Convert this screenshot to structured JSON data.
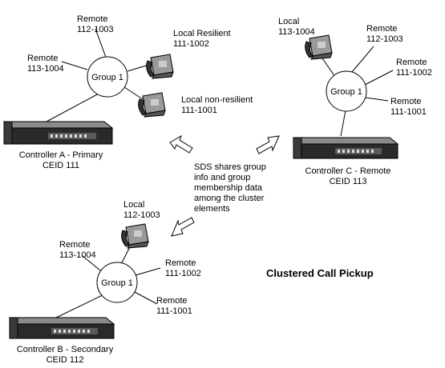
{
  "title": "Clustered Call Pickup",
  "note": [
    "SDS shares group",
    "info and group",
    "membership data",
    "among the cluster",
    "elements"
  ],
  "clusters": {
    "a": {
      "group_label": "Group 1",
      "controller": [
        "Controller A - Primary",
        "CEID 111"
      ],
      "members": {
        "remote_top": [
          "Remote",
          "112-1003"
        ],
        "remote_left": [
          "Remote",
          "113-1004"
        ],
        "local_resilient": [
          "Local Resilient",
          "111-1002"
        ],
        "local_nonresilient": [
          "Local non-resilient",
          "111-1001"
        ]
      }
    },
    "b": {
      "group_label": "Group 1",
      "controller": [
        "Controller B - Secondary",
        "CEID 112"
      ],
      "members": {
        "local": [
          "Local",
          "112-1003"
        ],
        "remote_left": [
          "Remote",
          "113-1004"
        ],
        "remote_right": [
          "Remote",
          "111-1002"
        ],
        "remote_bottom": [
          "Remote",
          "111-1001"
        ]
      }
    },
    "c": {
      "group_label": "Group 1",
      "controller": [
        "Controller C - Remote",
        "CEID 113"
      ],
      "members": {
        "local": [
          "Local",
          "113-1004"
        ],
        "remote_top": [
          "Remote",
          "112-1003"
        ],
        "remote_mid": [
          "Remote",
          "111-1002"
        ],
        "remote_bottom": [
          "Remote",
          "111-1001"
        ]
      }
    }
  }
}
